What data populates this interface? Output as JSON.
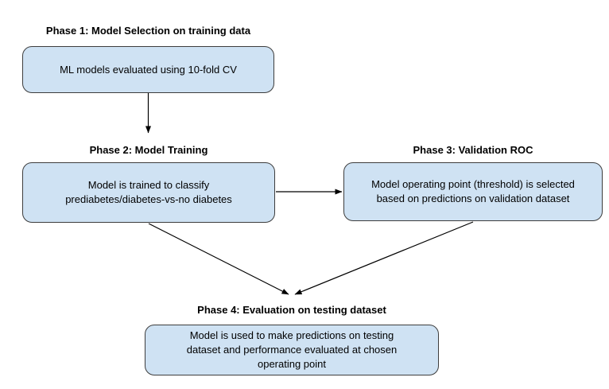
{
  "diagram": {
    "background_color": "#ffffff",
    "node_fill_color": "#cfe2f3",
    "node_border_color": "#3d3d3d",
    "arrow_color": "#000000",
    "phases": [
      {
        "id": "phase1",
        "title": "Phase 1: Model Selection on training data",
        "body": "ML models evaluated using 10-fold CV"
      },
      {
        "id": "phase2",
        "title": "Phase 2: Model Training",
        "body": "Model is trained to classify\nprediabetes/diabetes-vs-no diabetes"
      },
      {
        "id": "phase3",
        "title": "Phase 3: Validation ROC",
        "body": "Model operating point (threshold) is selected\nbased on predictions on validation dataset"
      },
      {
        "id": "phase4",
        "title": "Phase 4: Evaluation on testing dataset",
        "body": "Model is used to make predictions on testing\ndataset and performance evaluated at chosen\noperating point"
      }
    ],
    "edges": [
      {
        "from": "phase1",
        "to": "phase2"
      },
      {
        "from": "phase2",
        "to": "phase3"
      },
      {
        "from": "phase2",
        "to": "phase4"
      },
      {
        "from": "phase3",
        "to": "phase4"
      }
    ]
  }
}
